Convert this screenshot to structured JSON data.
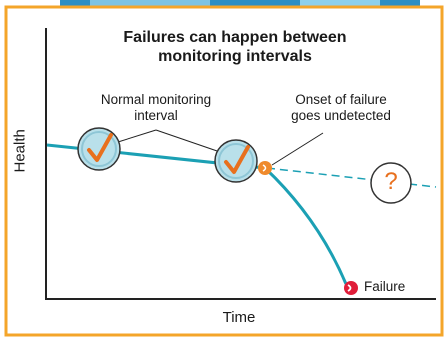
{
  "diagram": {
    "title_line1": "Failures can happen between",
    "title_line2": "monitoring intervals",
    "ylabel": "Health",
    "xlabel": "Time",
    "label_normal_line1": "Normal monitoring",
    "label_normal_line2": "interval",
    "label_onset_line1": "Onset of failure",
    "label_onset_line2": "goes undetected",
    "label_failure": "Failure",
    "question_mark": "?",
    "check_glyph": "✓",
    "colors": {
      "frame_border": "#f4a52a",
      "health_line": "#1ba0b4",
      "check_circle_fill": "#b9e0ea",
      "check_mark": "#e8701e",
      "onset_dot": "#ef8a2c",
      "failure_icon": "#e01e3a",
      "axis": "#222222",
      "banner": "#2d8fc4"
    },
    "icons": [
      "check-icon",
      "question-icon",
      "failure-icon",
      "onset-icon"
    ]
  }
}
